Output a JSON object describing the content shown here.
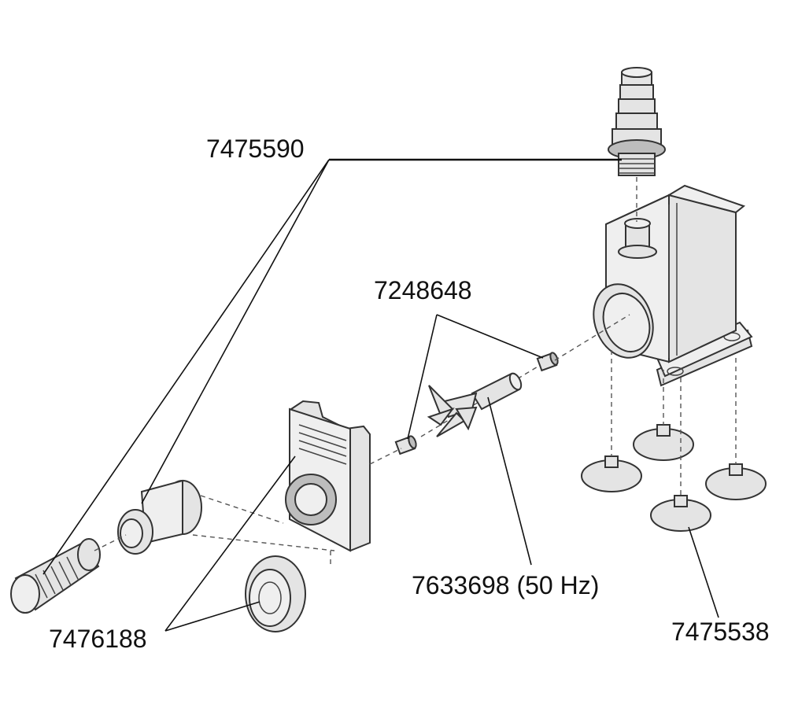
{
  "parts": {
    "outlet_adapter": {
      "number": "7475590"
    },
    "bearing_set": {
      "number": "7248648"
    },
    "impeller": {
      "number": "7633698 (50 Hz)"
    },
    "intake_cover": {
      "number": "7476188"
    },
    "suction_cups": {
      "number": "7475538"
    }
  },
  "colors": {
    "line": "#111111",
    "part_fill": "#e4e4e4",
    "background": "#ffffff"
  }
}
